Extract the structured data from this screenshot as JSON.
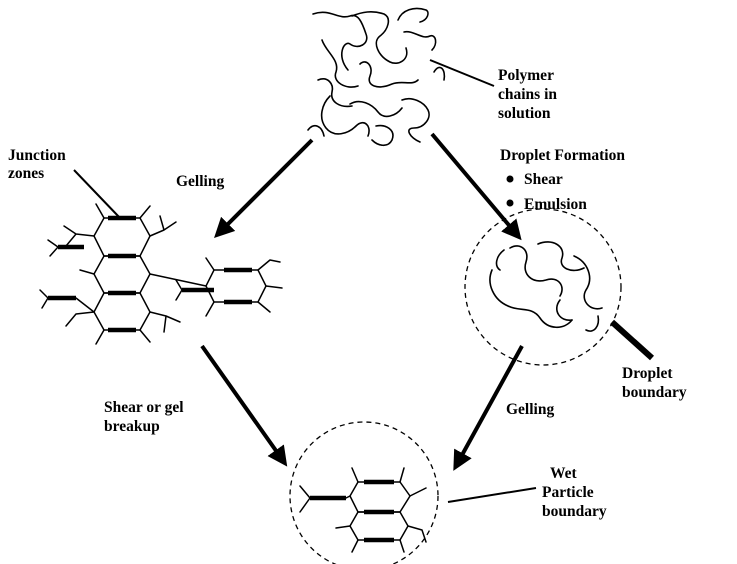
{
  "labels": {
    "polymer_chains": [
      "Polymer",
      "chains in",
      "solution"
    ],
    "junction_zones": [
      "Junction",
      "zones"
    ],
    "gelling_left": "Gelling",
    "droplet_formation": {
      "title": "Droplet Formation",
      "bullets": [
        "Shear",
        "Emulsion"
      ]
    },
    "droplet_boundary": [
      "Droplet",
      "boundary"
    ],
    "shear_breakup": [
      "Shear or gel",
      "breakup"
    ],
    "gelling_right": "Gelling",
    "wet_particle": [
      "Wet",
      "Particle",
      "boundary"
    ]
  }
}
